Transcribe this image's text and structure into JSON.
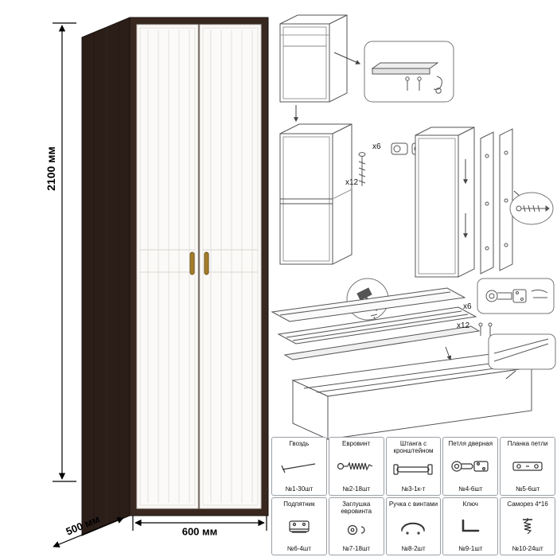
{
  "dims": {
    "height": "2100 мм",
    "width": "600 мм",
    "depth": "500 мм"
  },
  "callouts": {
    "hinges_mid": "x6",
    "screws_mid": "x12",
    "hinges_low": "x6",
    "screws_low": "x12"
  },
  "colors": {
    "wenge": "#39281f",
    "door_white": "#fbfaf8",
    "handle_gold": "#a67d2c",
    "line_gray": "#555555"
  },
  "parts": [
    {
      "name": "Гвоздь",
      "qty": "№1-30шт",
      "icon": "nail-icon"
    },
    {
      "name": "Евровинт",
      "qty": "№2-18шт",
      "icon": "euroscrew-icon"
    },
    {
      "name": "Штанга с кронштейном",
      "qty": "№3-1к-т",
      "icon": "rail-bracket-icon"
    },
    {
      "name": "Петля дверная",
      "qty": "№4-6шт",
      "icon": "door-hinge-icon"
    },
    {
      "name": "Планка петли",
      "qty": "№5-6шт",
      "icon": "hinge-plate-icon"
    },
    {
      "name": "Подпятник",
      "qty": "№6-4шт",
      "icon": "foot-plate-icon"
    },
    {
      "name": "Заглушка евровинта",
      "qty": "№7-18шт",
      "icon": "screw-cap-icon"
    },
    {
      "name": "Ручка с винтами",
      "qty": "№8-2шт",
      "icon": "handle-icon"
    },
    {
      "name": "Ключ",
      "qty": "№9-1шт",
      "icon": "hex-key-icon"
    },
    {
      "name": "Саморез 4*16",
      "qty": "№10-24шт",
      "icon": "selftap-screw-icon"
    }
  ]
}
